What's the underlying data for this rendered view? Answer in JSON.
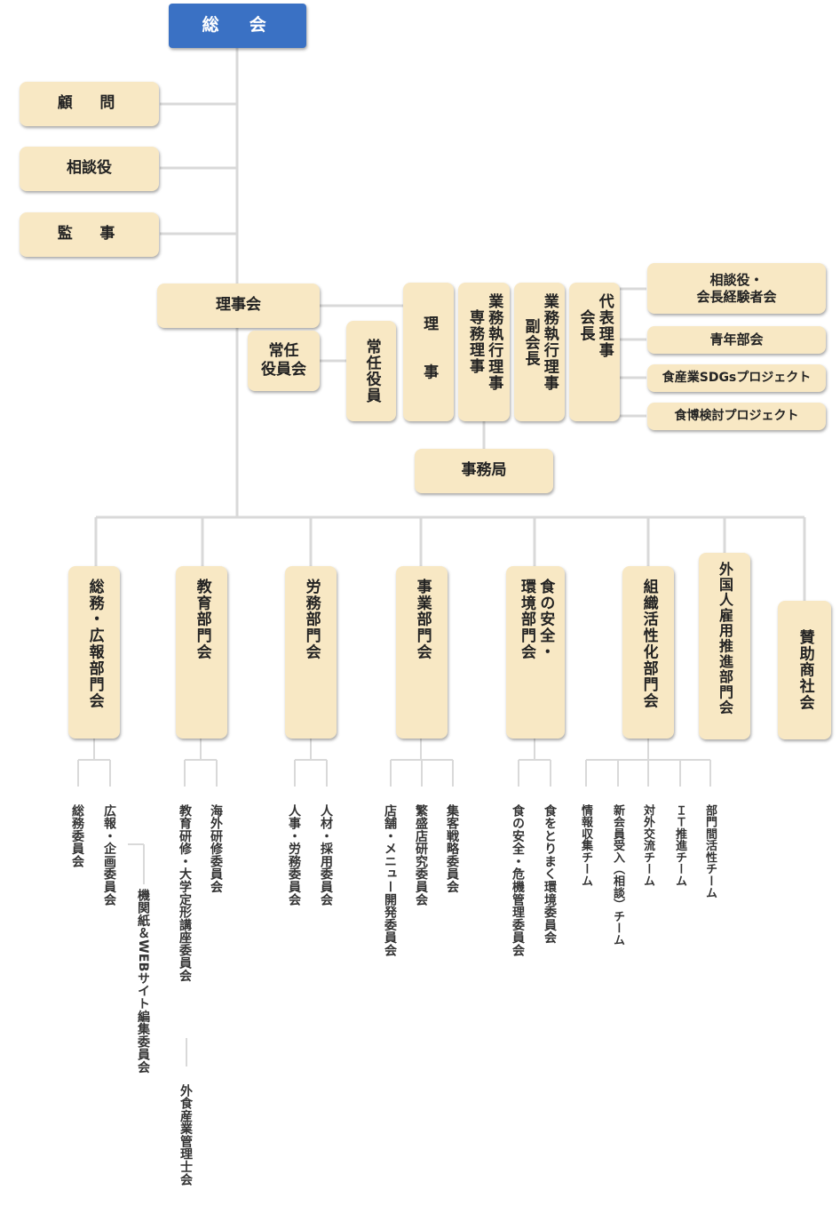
{
  "top": "総　会",
  "advisors": [
    "顧　問",
    "相談役",
    "監　事"
  ],
  "board": "理事会",
  "standing_committee": "常任\n役員会",
  "standing_officers": "常任役員",
  "officers": [
    "理　事",
    "業務執行理事\n専務理事",
    "業務執行理事\n副会長",
    "代表理事\n会長"
  ],
  "secretariat": "事務局",
  "right_groups": [
    "相談役・\n会長経験者会",
    "青年部会",
    "食産業SDGsプロジェクト",
    "食博検討プロジェクト"
  ],
  "divisions": [
    "総務・広報部門会",
    "教育部門会",
    "労務部門会",
    "事業部門会",
    "食の安全・\n環境部門会",
    "組織活性化部門会",
    "外国人雇用推進部門会",
    "賛助商社会"
  ],
  "committees": {
    "soumu": [
      "総務委員会",
      "広報・企画委員会",
      "機関紙＆WEBサイト編集委員会"
    ],
    "kyoiku": [
      "教育研修・大学定形講座委員会",
      "海外研修委員会",
      "外食産業管理士会"
    ],
    "roumu": [
      "人事・労務委員会",
      "人材・採用委員会"
    ],
    "jigyo": [
      "店舗・メニュー開発委員会",
      "繁盛店研究委員会",
      "集客戦略委員会"
    ],
    "anzen": [
      "食の安全・危機管理委員会",
      "食をとりまく環境委員会"
    ],
    "soshiki": [
      "情報収集チーム",
      "新会員受入（相談）チーム",
      "対外交流チーム",
      "ＩＴ推進チーム",
      "部門間活性チーム"
    ]
  }
}
